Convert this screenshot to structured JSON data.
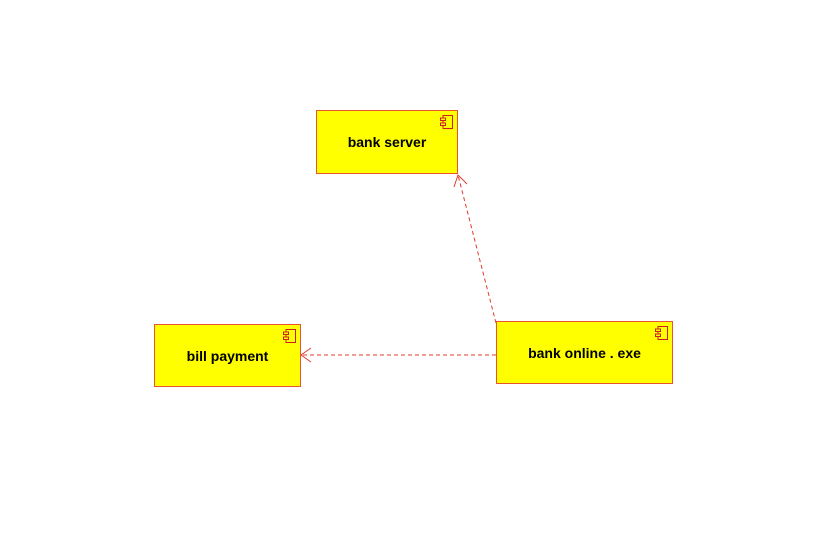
{
  "diagram": {
    "type": "UML component diagram",
    "colors": {
      "component_fill": "#ffff00",
      "component_border": "#e8542c",
      "dependency_line": "#e23b2e",
      "icon_stroke": "#cc1e1e"
    },
    "components": [
      {
        "id": "bank-server",
        "label": "bank server",
        "icon": "component-icon"
      },
      {
        "id": "bill-payment",
        "label": "bill payment",
        "icon": "component-icon"
      },
      {
        "id": "bank-online",
        "label": "bank online . exe",
        "icon": "component-icon"
      }
    ],
    "dependencies": [
      {
        "from": "bank online . exe",
        "to": "bank server",
        "style": "dashed-open-arrow"
      },
      {
        "from": "bank online . exe",
        "to": "bill payment",
        "style": "dashed-open-arrow"
      }
    ]
  }
}
